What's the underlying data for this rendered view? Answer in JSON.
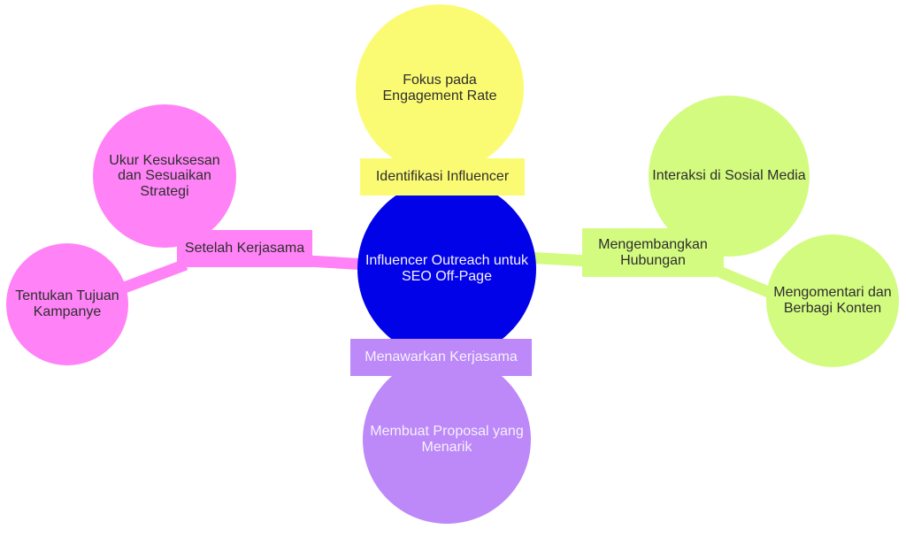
{
  "colors": {
    "blue": "#0202E8",
    "yellow": "#FBFB73",
    "pink": "#FF82F6",
    "green": "#D3FB7F",
    "purple": "#BD88F8",
    "dark_text": "#2e2e2e",
    "light_text": "#F4F2FE"
  },
  "mindmap": {
    "root": {
      "label": "Influencer Outreach untuk SEO Off-Page"
    },
    "branches": [
      {
        "label": "Identifikasi Influencer",
        "color": "yellow",
        "children": [
          {
            "label": "Fokus pada Engagement Rate"
          }
        ]
      },
      {
        "label": "Setelah Kerjasama",
        "color": "pink",
        "children": [
          {
            "label": "Ukur Kesuksesan dan Sesuaikan Strategi"
          },
          {
            "label": "Tentukan Tujuan Kampanye"
          }
        ]
      },
      {
        "label": "Mengembangkan Hubungan",
        "color": "green",
        "children": [
          {
            "label": "Interaksi di Sosial Media"
          },
          {
            "label": "Mengomentari dan Berbagi Konten"
          }
        ]
      },
      {
        "label": "Menawarkan Kerjasama",
        "color": "purple",
        "children": [
          {
            "label": "Membuat Proposal yang Menarik"
          }
        ]
      }
    ]
  }
}
